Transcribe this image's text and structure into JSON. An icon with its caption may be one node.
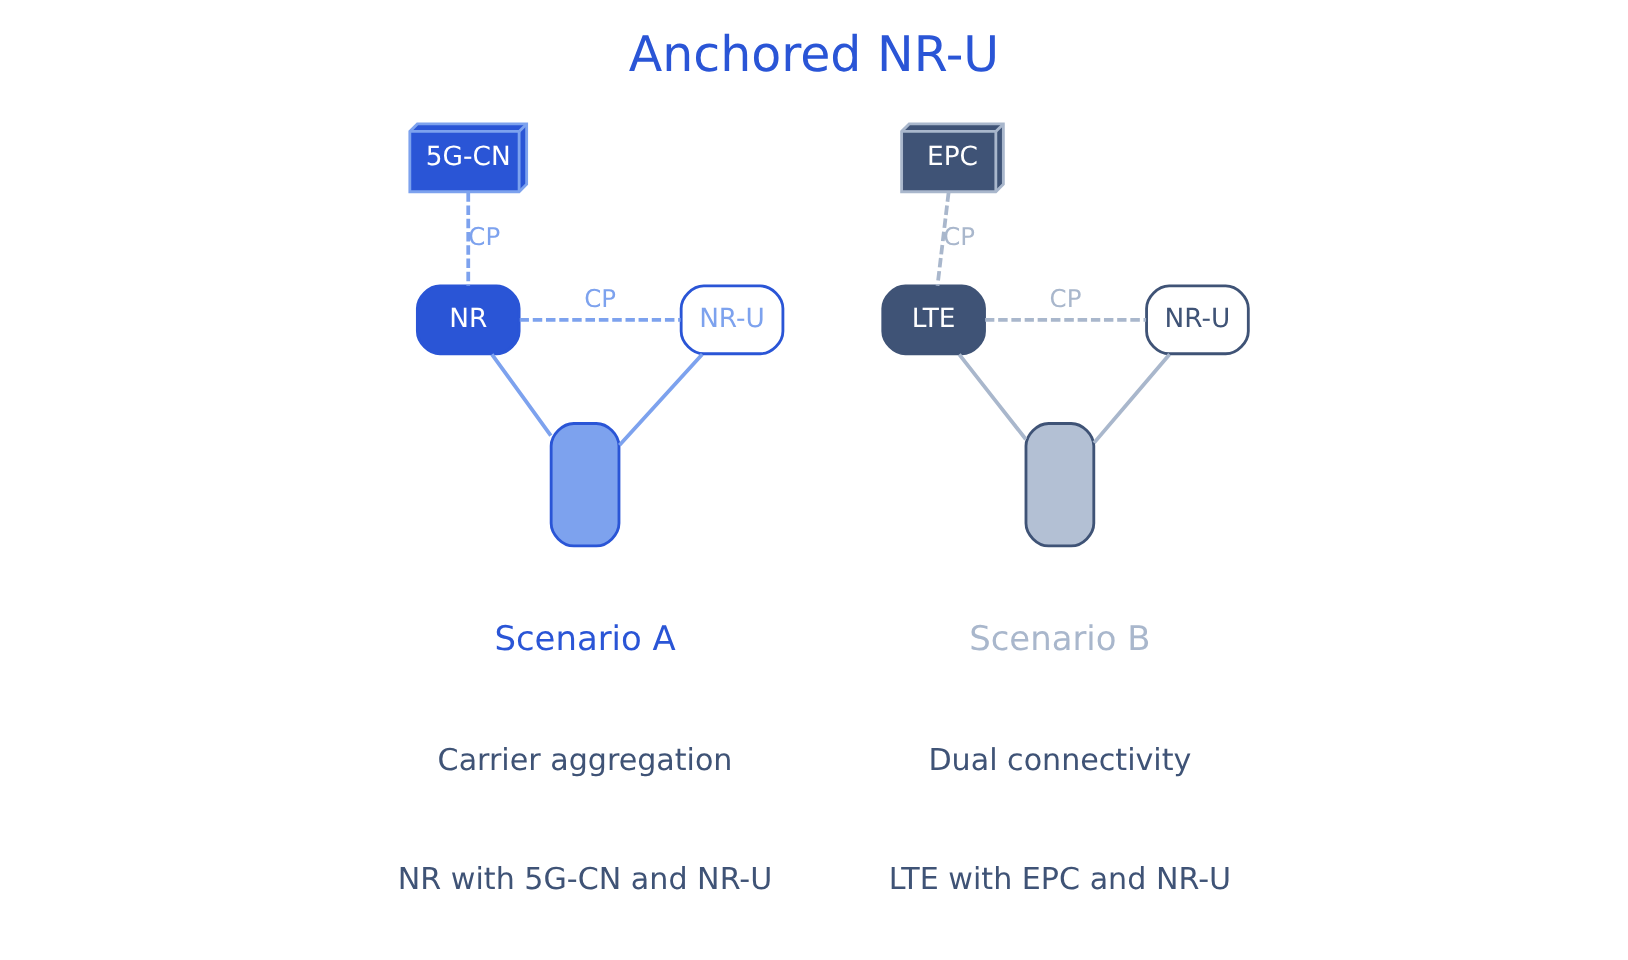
{
  "diagram": {
    "title": "Anchored NR-U",
    "nodes": [
      {
        "text": [
          "5G-CN"
        ]
      },
      {
        "text": [
          "NR"
        ]
      },
      {
        "text": [
          "NR-U"
        ]
      },
      {
        "text": [],
        "shape": "box"
      },
      {
        "text": [
          "EPC"
        ]
      },
      {
        "text": [
          "LTE"
        ]
      },
      {
        "text": [
          "NR-U"
        ]
      },
      {
        "text": [],
        "shape": "box"
      }
    ],
    "edges": [
      {
        "from": 0,
        "to": 1,
        "arrow": "none",
        "label": "CP",
        "style": "dashed",
        "color": "#7da2ee"
      },
      {
        "from": 1,
        "to": 2,
        "arrow": "none",
        "label": "CP",
        "style": "dashed",
        "color": "#7da2ee"
      },
      {
        "from": 1,
        "to": 3,
        "arrow": "none",
        "color": "#7da2ee"
      },
      {
        "from": 3,
        "to": 2,
        "arrow": "none",
        "color": "#7da2ee"
      },
      {
        "from": 4,
        "to": 5,
        "arrow": "none",
        "label": "CP",
        "style": "dashed",
        "color": "#a9b7cc"
      },
      {
        "from": 5,
        "to": 6,
        "arrow": "none",
        "label": "CP",
        "style": "dashed",
        "color": "#a9b7cc"
      },
      {
        "from": 5,
        "to": 7,
        "arrow": "none",
        "color": "#a9b7cc"
      },
      {
        "from": 7,
        "to": 6,
        "arrow": "none",
        "color": "#a9b7cc"
      }
    ],
    "labels": [
      "Scenario A",
      "Carrier aggregation",
      "NR with 5G-CN and NR-U",
      "Scenario B",
      "Dual connectivity",
      "LTE with EPC and NR-U"
    ]
  }
}
